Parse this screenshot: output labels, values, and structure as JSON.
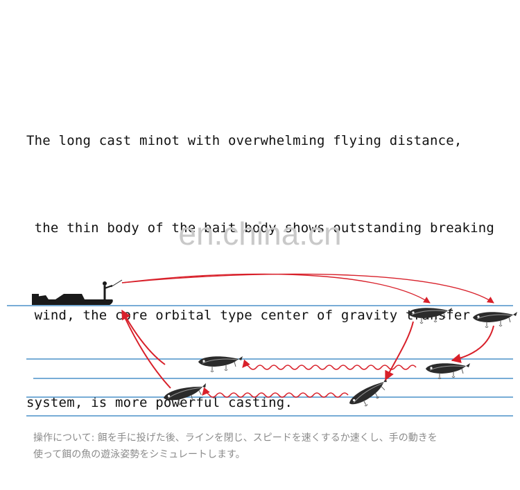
{
  "description": {
    "lines": [
      "The long cast minot with overwhelming flying distance,",
      " the thin body of the bait body shows outstanding breaking",
      " wind, the core orbital type center of gravity transfer",
      "system, is more powerful casting."
    ]
  },
  "watermark": "en.china.cn",
  "caption": {
    "lines": [
      "操作について: 餌を手に投げた後、ラインを閉じ、スピードを速くするか速くし、手の動きを",
      "使って餌の魚の遊泳姿勢をシミュレートします。"
    ]
  },
  "colors": {
    "water_line": "#4a90c8",
    "arrow": "#d8202a",
    "lure_body": "#2b2b2b",
    "boat": "#1a1a1a"
  }
}
